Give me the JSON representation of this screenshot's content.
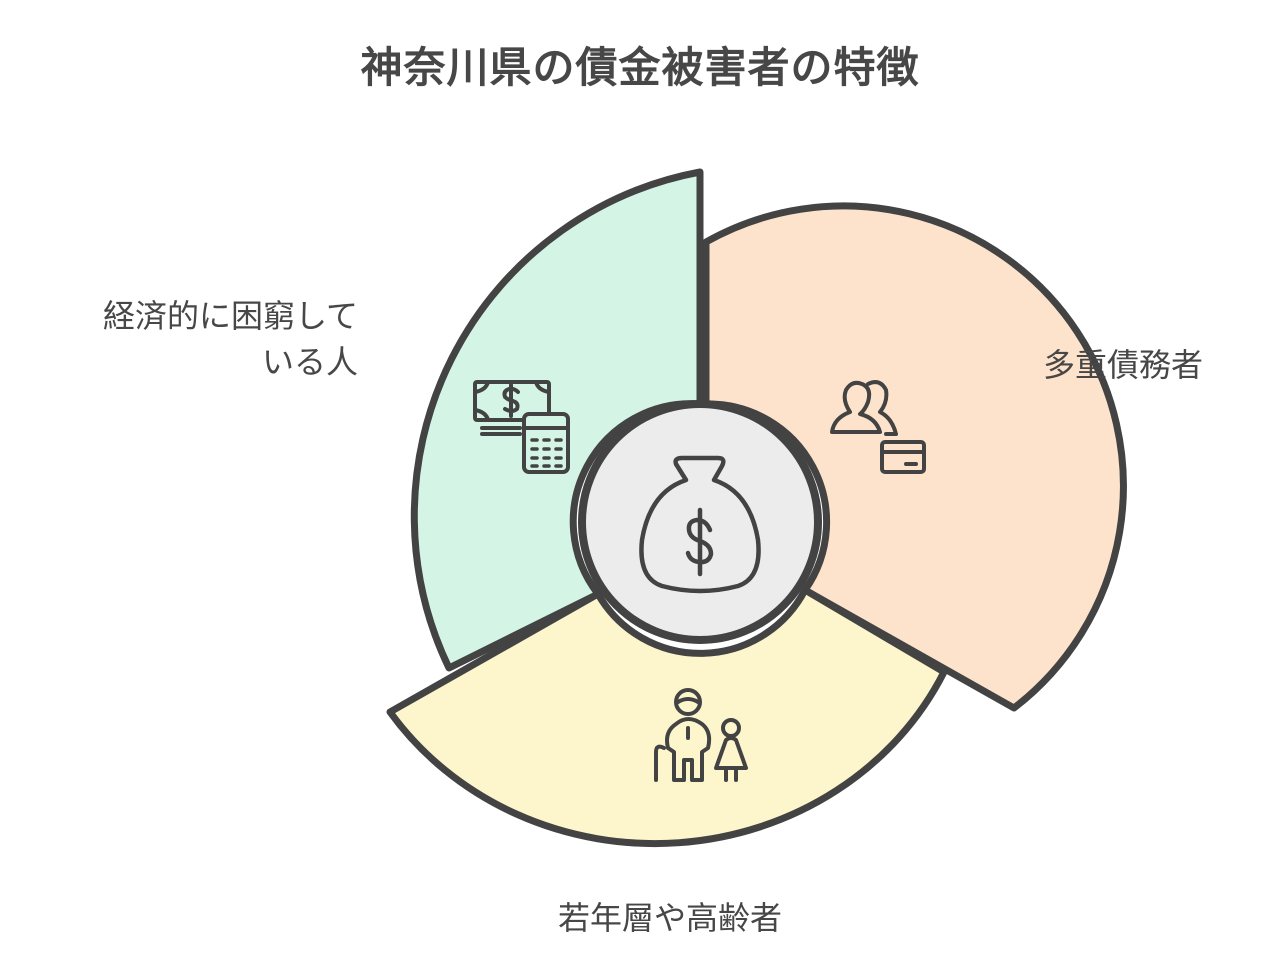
{
  "title": "神奈川県の債金被害者の特徴",
  "center": {
    "icon": "money-bag-icon"
  },
  "segments": [
    {
      "id": "economic",
      "label_line1": "経済的に困窮して",
      "label_line2": "いる人",
      "icon": "cash-calculator-icon",
      "fill": "#d4f5e6"
    },
    {
      "id": "multiple-debtors",
      "label": "多重債務者",
      "icon": "users-card-icon",
      "fill": "#fde3cc"
    },
    {
      "id": "young-elderly",
      "label": "若年層や高齢者",
      "icon": "elderly-child-icon",
      "fill": "#fdf6cc"
    }
  ],
  "colors": {
    "stroke": "#434343",
    "center_fill": "#ececec",
    "text": "#474747"
  }
}
